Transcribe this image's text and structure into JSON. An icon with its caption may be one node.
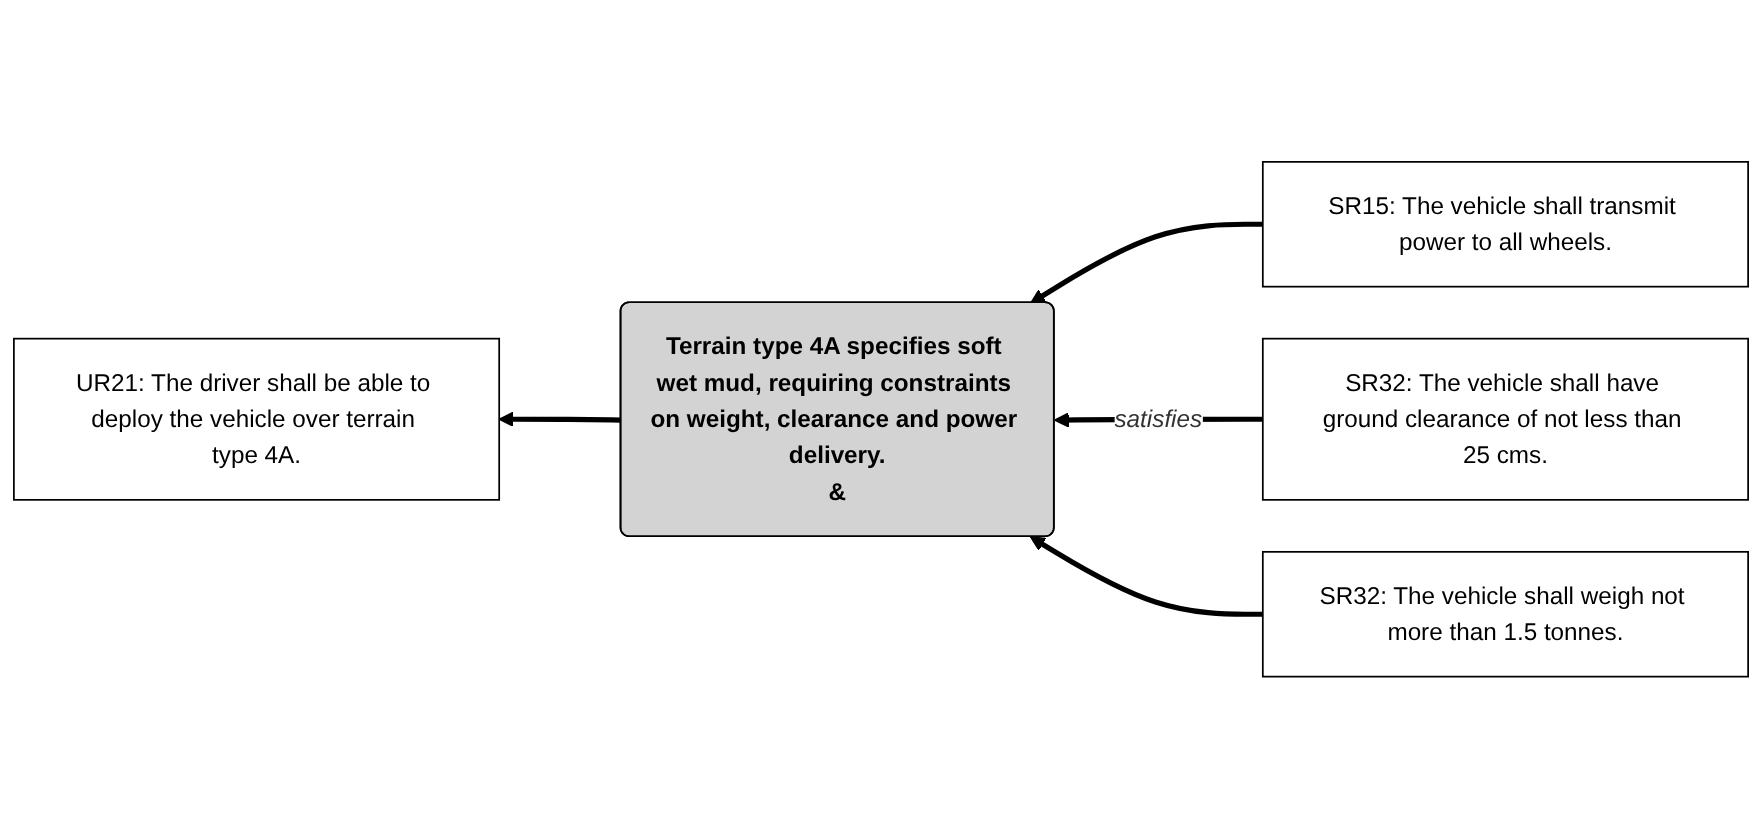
{
  "diagram": {
    "nodes": [
      {
        "text": [
          "UR21: The driver shall be able to deploy the vehicle over terrain type 4A."
        ]
      },
      {
        "text": [
          "Terrain type 4A specifies soft wet mud, requiring constraints on weight, clearance and power delivery.",
          "&"
        ]
      },
      {
        "text": [
          "SR15: The vehicle shall transmit power to all wheels."
        ]
      },
      {
        "text": [
          "SR32: The vehicle shall have ground clearance of not less than 25 cms."
        ]
      },
      {
        "text": [
          "SR32: The vehicle shall weigh not more than 1.5 tonnes."
        ]
      }
    ],
    "edges": [
      {
        "from": 1,
        "to": 0,
        "arrow": "to"
      },
      {
        "from": 2,
        "to": 1,
        "arrow": "to"
      },
      {
        "from": 3,
        "to": 1,
        "arrow": "to",
        "label": "satisfies"
      },
      {
        "from": 4,
        "to": 1,
        "arrow": "to"
      }
    ]
  }
}
